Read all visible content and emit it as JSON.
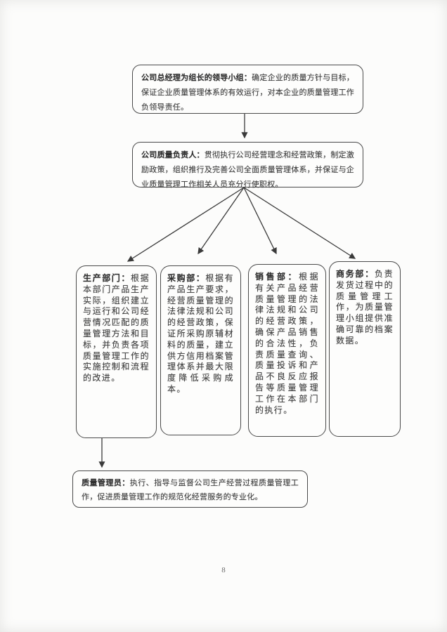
{
  "doc": {
    "page_number": "8",
    "ink_color": "#3c3c3c",
    "border_color": "#4a4a4a",
    "paper_color": "#fcfcfb"
  },
  "nodes": {
    "leadership": {
      "label": "公司总经理为组长的领导小组：",
      "text": "确定企业的质量方针与目标，保证企业质量管理体系的有效运行，对本企业的质量管理工作负领导责任。"
    },
    "quality_director": {
      "label": "公司质量负责人：",
      "text": "贯彻执行公司经营理念和经营政策，制定激励政策，组织推行及完善公司全面质量管理体系，并保证与企业质量管理工作相关人员充分行使职权。"
    },
    "production": {
      "label": "生产部门：",
      "text": "根据本部门产品生产实际，组织建立与运行和公司经营情况匹配的质量管理方法和目标，并负责各项质量管理工作的实施控制和流程的改进。"
    },
    "purchasing": {
      "label": "采购部：",
      "text": "根据有产品生产要求，经营质量管理的法律法规和公司的经营政策，保证所采购原辅材料的质量，建立供方信用档案管理体系并最大限度降低采购成本。"
    },
    "sales": {
      "label": "销售部：",
      "text": "根据有关产品经营质量管理的法律法规和公司的经营政策，确保产品销售的合法性，负责质量查询、质量投诉和产品不良反应报告等质量管理工作在本部门的执行。"
    },
    "commerce": {
      "label": "商务部：",
      "text": "负责发货过程中的质量管理工作，为质量管理小组提供准确可靠的档案数据。"
    },
    "quality_admin": {
      "label": "质量管理员：",
      "text": "执行、指导与监督公司生产经营过程质量管理工作，促进质量管理工作的规范化经营服务的专业化。"
    }
  }
}
